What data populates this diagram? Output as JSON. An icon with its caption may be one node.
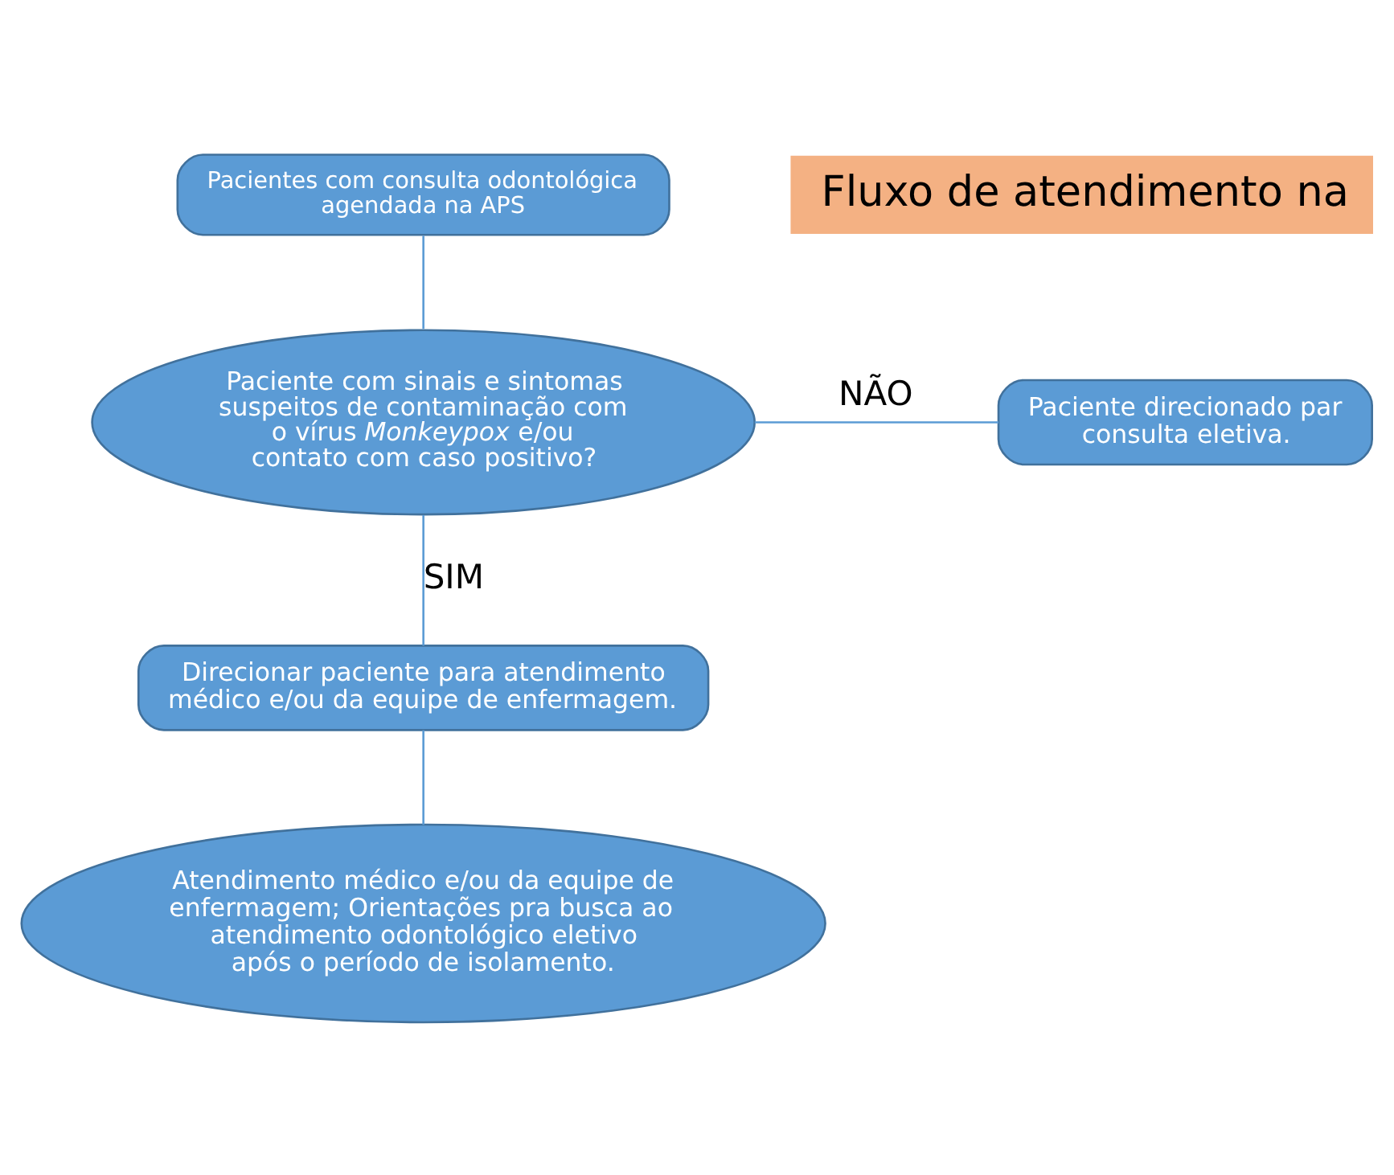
{
  "diagram": {
    "nodes": [
      {
        "text": [
          "Pacientes com consulta odontológica agendada na APS"
        ]
      },
      {
        "text": [
          "Fluxo de atendimento na"
        ]
      },
      {
        "text": [
          "Paciente com sinais e sintomas suspeitos de contaminação com o vírus *Monkeypox* e/ou contato com caso positivo?"
        ]
      },
      {
        "text": [
          "Paciente direcionado par consulta eletiva."
        ]
      },
      {
        "text": [
          "Direcionar paciente para atendimento médico e/ou da equipe de enfermagem."
        ]
      },
      {
        "text": [
          "Atendimento médico e/ou da equipe de enfermagem; Orientações pra busca ao atendimento odontológico eletivo após o período de isolamento."
        ]
      }
    ],
    "edges": [
      {
        "from": 0,
        "to": 2,
        "arrow": "none"
      },
      {
        "from": 2,
        "to": 3,
        "arrow": "none",
        "label": "NÃO"
      },
      {
        "from": 2,
        "to": 4,
        "arrow": "none",
        "label": "SIM"
      },
      {
        "from": 4,
        "to": 5,
        "arrow": "none"
      }
    ]
  }
}
